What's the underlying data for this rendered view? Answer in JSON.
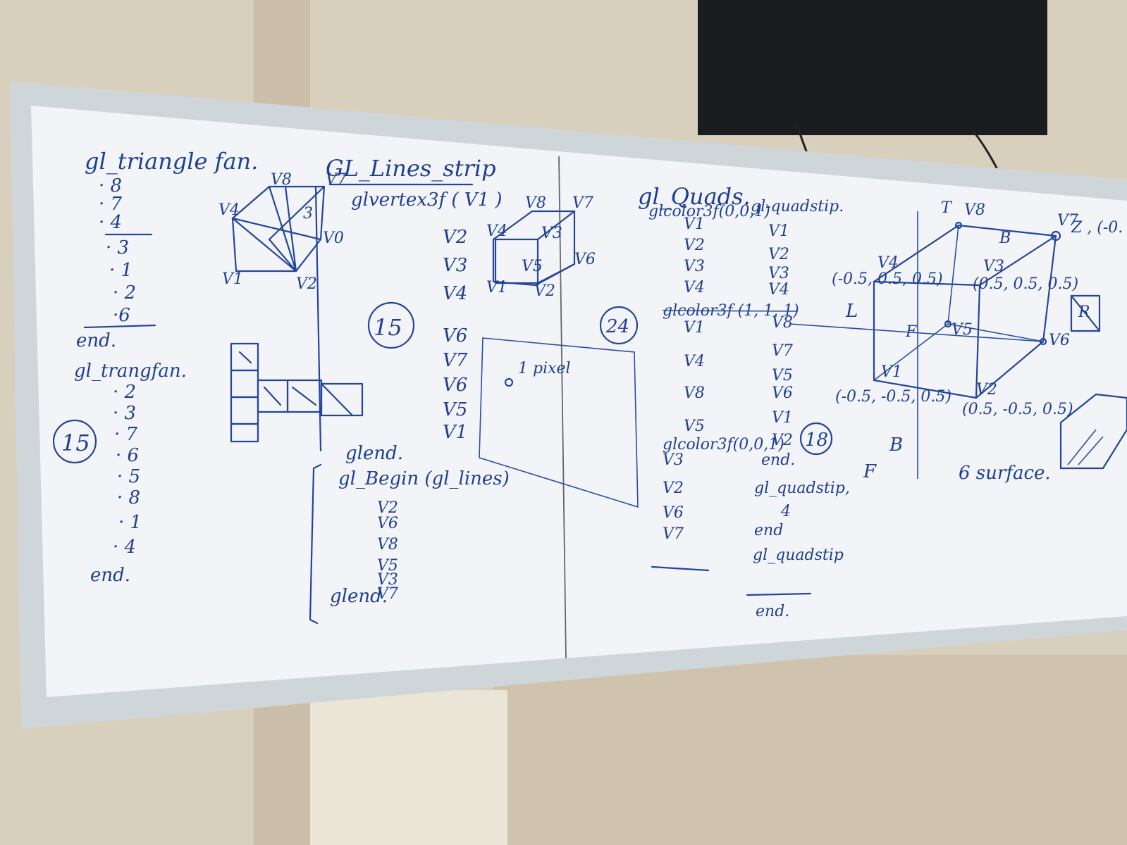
{
  "colors": {
    "wall": "#d9cfbd",
    "wall_shadow": "#c7baa4",
    "board": "#f2f4f8",
    "frame": "#cfd6da",
    "ink": "#1f3f8f",
    "tv": "#1a1c20"
  },
  "left": {
    "fan_title": "gl_triangle fan.",
    "fan_list": [
      "· 8",
      "· 7",
      "· 4",
      "· 3",
      "· 1",
      "· 2",
      "·6"
    ],
    "fan_end": "end.",
    "fan2_title": "gl_trangfan.",
    "fan2_list": [
      "· 2",
      "· 3",
      "· 7",
      "· 6",
      "· 5",
      "· 8",
      "· 1",
      "· 4"
    ],
    "fan2_end": "end.",
    "circle_label": "15",
    "cube_labels": [
      "V8",
      "V7",
      "V4",
      "3",
      "V0",
      "V1",
      "V2"
    ]
  },
  "strip": {
    "title": "GL_Lines_strip",
    "vertex_call": "glvertex3f ( V1 )",
    "list": [
      "V2",
      "V3",
      "V4",
      "V6",
      "V7",
      "V6",
      "V5",
      "V1"
    ],
    "end": "glend.",
    "begin": "gl_Begin (gl_lines)",
    "list2": [
      "V2",
      "V6",
      "V8",
      "V5",
      "V3",
      "V7"
    ],
    "end2": "glend.",
    "circle_label": "15",
    "cube_labels": [
      "V8",
      "V7",
      "V4",
      "V3",
      "V5",
      "V6",
      "V1",
      "V2"
    ],
    "pixel_note": "1 pixel"
  },
  "quads": {
    "title": "gl_Quads.",
    "color_call": "glcolor3f(0,0,1)",
    "strip_title": "gl-quadstip.",
    "list_a": [
      "V1",
      "V2",
      "V3",
      "V4"
    ],
    "list_b": [
      "V1",
      "V2",
      "V3",
      "V4"
    ],
    "color_call2": "glcolor3f (1, 1, 1)",
    "list_c": [
      "V1",
      "V4",
      "V8",
      "V5"
    ],
    "list_d": [
      "V8",
      "V7",
      "V5",
      "V6",
      "V1",
      "V2"
    ],
    "color_call3": "glcolor3f(0,0,1)",
    "list_e": [
      "V3",
      "V2",
      "V6",
      "V7"
    ],
    "end": "end.",
    "strip2": "gl_quadstip,",
    "four": "4",
    "end2": "end",
    "strip3": "gl_quadstip",
    "end3": "end.",
    "circle_a": "24",
    "circle_b": "18"
  },
  "cube": {
    "labels": [
      "V8",
      "V7",
      "V4",
      "V3",
      "V5",
      "V6",
      "V1",
      "V2"
    ],
    "coord_v4": "(-0.5, 0.5, 0.5)",
    "coord_v3": "(0.5, 0.5, 0.5)",
    "coord_v1": "(-0.5, -0.5, 0.5)",
    "coord_v2": "(0.5, -0.5, 0.5)",
    "axis_z": "Z , (-0.",
    "letters": [
      "T",
      "B",
      "L",
      "F",
      "R",
      "B",
      "F"
    ],
    "surface_note": "6 surface."
  }
}
